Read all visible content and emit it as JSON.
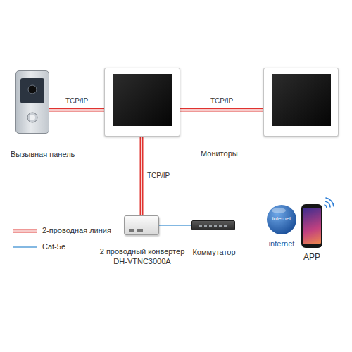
{
  "diagram": {
    "nodes": [
      {
        "text": [
          "Вызывная панель"
        ]
      },
      {
        "text": []
      },
      {
        "text": []
      },
      {
        "text": [
          "2 проводный конвертер DH-VTNC3000A"
        ]
      },
      {
        "text": [
          "Коммутатор"
        ]
      },
      {
        "text": [
          "internet",
          "internet"
        ]
      },
      {
        "text": [
          "APP"
        ]
      }
    ],
    "edges": [
      {
        "from": 0,
        "to": 1,
        "arrow": "none",
        "label": "TCP/IP"
      },
      {
        "from": 1,
        "to": 2,
        "arrow": "none",
        "label": "TCP/IP"
      },
      {
        "from": 1,
        "to": 3,
        "arrow": "none",
        "label": "TCP/IP"
      },
      {
        "from": 3,
        "to": 4,
        "arrow": "none"
      }
    ],
    "labels": [
      "Мониторы"
    ],
    "legend": [
      {
        "text": "2-проводная линия"
      },
      {
        "text": "Cat-5e"
      }
    ]
  }
}
